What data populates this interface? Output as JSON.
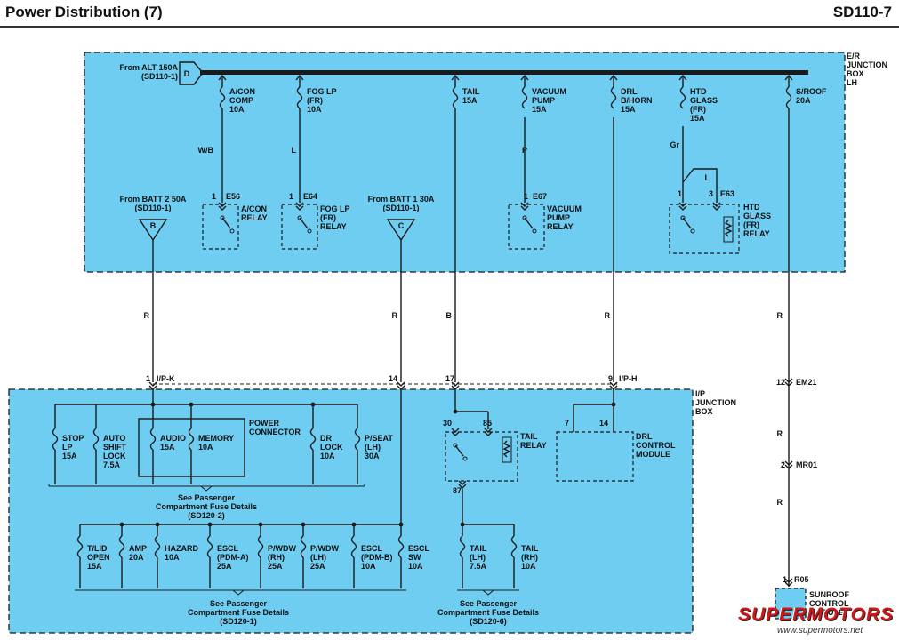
{
  "header": {
    "title": "Power Distribution (7)",
    "code": "SD110-7"
  },
  "er_box": {
    "label": [
      "E/R",
      "JUNCTION",
      "BOX",
      "LH"
    ]
  },
  "ip_box": {
    "label": [
      "I/P",
      "JUNCTION",
      "BOX"
    ]
  },
  "sources": {
    "alt": {
      "text": [
        "From ALT 150A",
        "(SD110-1)"
      ],
      "connector": "D"
    },
    "batt2": {
      "text": [
        "From BATT 2 50A",
        "(SD110-1)"
      ],
      "connector": "B"
    },
    "batt1": {
      "text": [
        "From BATT 1 30A",
        "(SD110-1)"
      ],
      "connector": "C"
    }
  },
  "er_fuses": [
    {
      "lines": [
        "A/CON",
        "COMP",
        "10A"
      ]
    },
    {
      "lines": [
        "FOG LP",
        "(FR)",
        "10A"
      ]
    },
    {
      "lines": [
        "TAIL",
        "15A"
      ]
    },
    {
      "lines": [
        "VACUUM",
        "PUMP",
        "15A"
      ]
    },
    {
      "lines": [
        "DRL",
        "B/HORN",
        "15A"
      ]
    },
    {
      "lines": [
        "HTD",
        "GLASS",
        "(FR)",
        "15A"
      ]
    },
    {
      "lines": [
        "S/ROOF",
        "20A"
      ]
    }
  ],
  "wire_colors": {
    "acon": "W/B",
    "fog": "L",
    "vac": "P",
    "htd": "Gr",
    "htd2": "L",
    "batt2": "R",
    "batt1": "R",
    "tail": "B",
    "drl": "R",
    "sroof": "R",
    "sroof2": "R",
    "sroof3": "R"
  },
  "relays": {
    "acon": {
      "pin": "1",
      "conn": "E56",
      "lines": [
        "A/CON",
        "RELAY"
      ]
    },
    "fog": {
      "pin": "1",
      "conn": "E64",
      "lines": [
        "FOG LP",
        "(FR)",
        "RELAY"
      ]
    },
    "vac": {
      "pin": "1",
      "conn": "E67",
      "lines": [
        "VACUUM",
        "PUMP",
        "RELAY"
      ]
    },
    "htd": {
      "pin1": "1",
      "pin3": "3",
      "conn": "E63",
      "lines": [
        "HTD",
        "GLASS",
        "(FR)",
        "RELAY"
      ]
    },
    "tail": {
      "pin30": "30",
      "pin85": "85",
      "pin87": "87",
      "lines": [
        "TAIL",
        "RELAY"
      ]
    }
  },
  "connectors": {
    "ipk": {
      "pin": "1",
      "name": "I/P-K"
    },
    "p14": {
      "pin": "14"
    },
    "p17": {
      "pin": "17"
    },
    "iph": {
      "pin": "9",
      "name": "I/P-H"
    },
    "em21": {
      "pin": "12",
      "name": "EM21"
    },
    "mr01": {
      "pin": "2",
      "name": "MR01"
    },
    "r05": {
      "pin": "1",
      "name": "R05"
    }
  },
  "power_connector": [
    "POWER",
    "CONNECTOR"
  ],
  "ip_row1_fuses": [
    {
      "lines": [
        "STOP",
        "LP",
        "15A"
      ]
    },
    {
      "lines": [
        "AUTO",
        "SHIFT",
        "LOCK",
        "7.5A"
      ]
    },
    {
      "lines": [
        "AUDIO",
        "15A"
      ]
    },
    {
      "lines": [
        "MEMORY",
        "10A"
      ]
    },
    {
      "lines": [
        "DR",
        "LOCK",
        "10A"
      ]
    },
    {
      "lines": [
        "P/SEAT",
        "(LH)",
        "30A"
      ]
    }
  ],
  "ip_row2_fuses": [
    {
      "lines": [
        "T/LID",
        "OPEN",
        "15A"
      ]
    },
    {
      "lines": [
        "AMP",
        "20A"
      ]
    },
    {
      "lines": [
        "HAZARD",
        "10A"
      ]
    },
    {
      "lines": [
        "ESCL",
        "(PDM-A)",
        "25A"
      ]
    },
    {
      "lines": [
        "P/WDW",
        "(RH)",
        "25A"
      ]
    },
    {
      "lines": [
        "P/WDW",
        "(LH)",
        "25A"
      ]
    },
    {
      "lines": [
        "ESCL",
        "(PDM-B)",
        "10A"
      ]
    },
    {
      "lines": [
        "ESCL",
        "SW",
        "10A"
      ]
    }
  ],
  "tail_fuses": [
    {
      "lines": [
        "TAIL",
        "(LH)",
        "7.5A"
      ]
    },
    {
      "lines": [
        "TAIL",
        "(RH)",
        "10A"
      ]
    }
  ],
  "drl_module": {
    "pin7": "7",
    "pin14": "14",
    "lines": [
      "DRL",
      "CONTROL",
      "MODULE"
    ]
  },
  "sunroof_module": {
    "lines": [
      "SUNROOF",
      "CONTROL",
      "MODULE"
    ]
  },
  "see_notes": {
    "n1": [
      "See Passenger",
      "Compartment Fuse Details",
      "(SD120-2)"
    ],
    "n2": [
      "See Passenger",
      "Compartment Fuse Details",
      "(SD120-1)"
    ],
    "n3": [
      "See Passenger",
      "Compartment Fuse Details",
      "(SD120-6)"
    ]
  },
  "watermark": {
    "logo": "SUPERMOTORS",
    "url": "www.supermotors.net"
  },
  "colors": {
    "box_fill": "#6fcdf2",
    "wire": "#1a1a1a",
    "logo": "#d01818"
  }
}
